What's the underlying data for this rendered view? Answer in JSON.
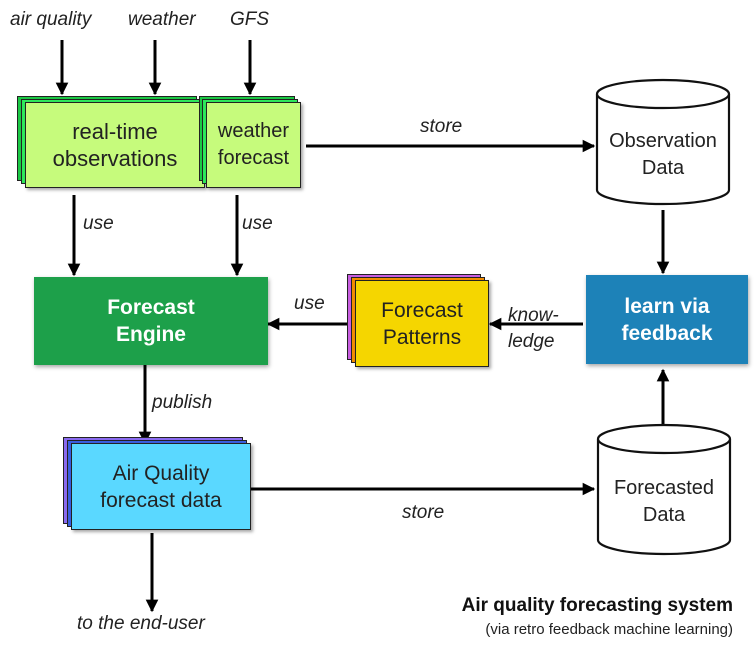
{
  "inputs": {
    "air_quality": "air quality",
    "weather": "weather",
    "gfs": "GFS"
  },
  "nodes": {
    "realtime_observations": "real-time\nobservations",
    "weather_forecast": "weather\nforecast",
    "observation_data": "Observation\nData",
    "forecast_engine": "Forecast\nEngine",
    "forecast_patterns": "Forecast\nPatterns",
    "learn_via_feedback": "learn via\nfeedback",
    "air_quality_forecast_data": "Air Quality\nforecast data",
    "forecasted_data": "Forecasted\nData"
  },
  "edge_labels": {
    "store_observations": "store",
    "use_observations": "use",
    "use_weather_forecast": "use",
    "use_patterns": "use",
    "knowledge": "know-\nledge",
    "publish": "publish",
    "store_forecast": "store",
    "to_end_user": "to the end-user"
  },
  "colors": {
    "realtime_fill": "#c6fb7c",
    "realtime_back1": "#2ee85a",
    "realtime_back2": "#1bc844",
    "engine_fill": "#1da04a",
    "patterns_fill": "#f5d600",
    "patterns_back1": "#f28c00",
    "patterns_back2": "#c85ee0",
    "learn_fill": "#1d82b8",
    "aq_fill": "#5ad8ff",
    "aq_back1": "#3a5fe0",
    "aq_back2": "#8a6af0"
  },
  "caption": {
    "title": "Air quality forecasting system",
    "subtitle": "(via retro feedback machine learning)"
  }
}
